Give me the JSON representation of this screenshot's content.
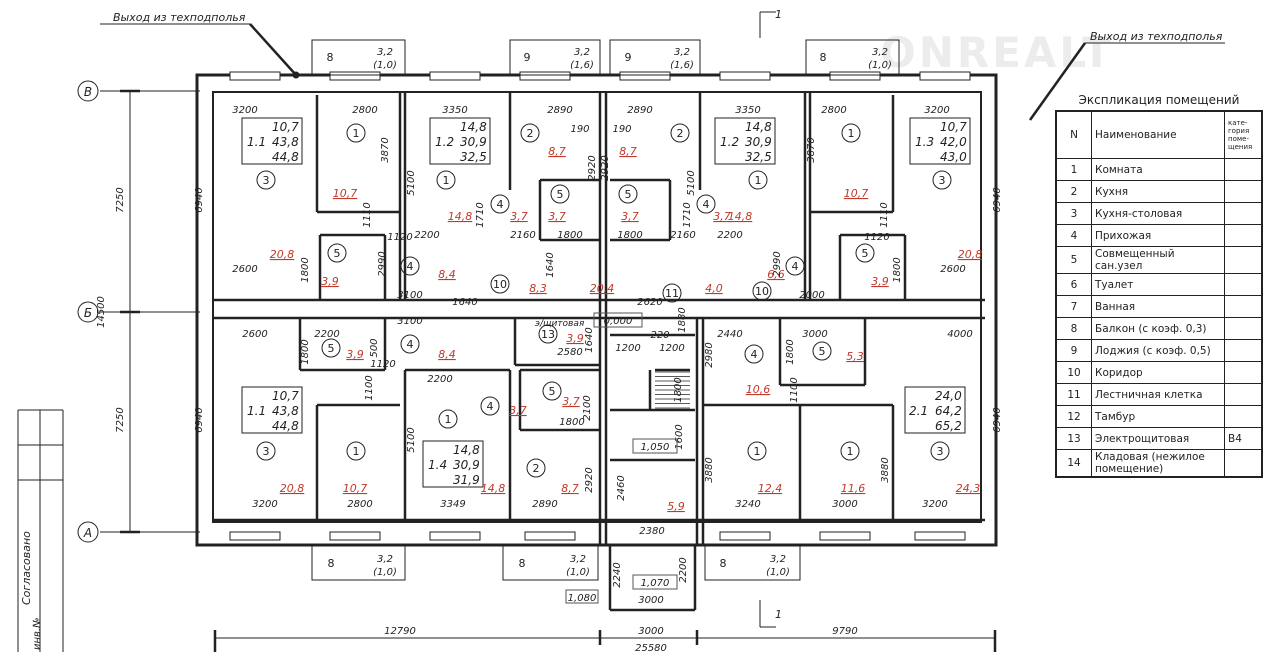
{
  "annotations": {
    "exit_left": "Выход из техподполья",
    "exit_right": "Выход из техподполья",
    "section_mark": "1",
    "watermark": "ONREALT"
  },
  "axes": {
    "v": "В",
    "b": "Б",
    "a": "А"
  },
  "stamp": {
    "agreed": "Согласовано",
    "inv": "инв.№"
  },
  "overall_dims": {
    "half_top": "7250",
    "half_bottom": "7250",
    "total_depth": "14500",
    "left_span": "12790",
    "core_span": "3000",
    "right_span": "9790",
    "total_length": "25580"
  },
  "apartments": [
    {
      "id": "1.1",
      "living": "10,7",
      "total": "43,8",
      "total_b": "44,8"
    },
    {
      "id": "1.2",
      "living": "14,8",
      "total": "30,9",
      "total_b": "32,5"
    },
    {
      "id": "1.2",
      "living": "14,8",
      "total": "30,9",
      "total_b": "32,5"
    },
    {
      "id": "1.3",
      "living": "10,7",
      "total": "42,0",
      "total_b": "43,0"
    },
    {
      "id": "1.1",
      "living": "10,7",
      "total": "43,8",
      "total_b": "44,8"
    },
    {
      "id": "1.4",
      "living": "14,8",
      "total": "30,9",
      "total_b": "31,9"
    },
    {
      "id": "2.1",
      "living": "24,0",
      "total": "64,2",
      "total_b": "65,2"
    }
  ],
  "balconies": [
    {
      "no": "8",
      "area": "3,2",
      "reduced": "(1,0)"
    },
    {
      "no": "9",
      "area": "3,2",
      "reduced": "(1,6)"
    },
    {
      "no": "9",
      "area": "3,2",
      "reduced": "(1,6)"
    },
    {
      "no": "8",
      "area": "3,2",
      "reduced": "(1,0)"
    },
    {
      "no": "8",
      "area": "3,2",
      "reduced": "(1,0)"
    },
    {
      "no": "8",
      "area": "3,2",
      "reduced": "(1,0)"
    },
    {
      "no": "8",
      "area": "3,2",
      "reduced": "(1,0)"
    }
  ],
  "areas": [
    "10,7",
    "20,8",
    "3,9",
    "8,4",
    "14,8",
    "3,7",
    "3,7",
    "8,7",
    "8,3",
    "20,4",
    "8,7",
    "3,7",
    "3,7",
    "14,8",
    "4,0",
    "6,6",
    "10,7",
    "20,8",
    "3,9",
    "3,9",
    "8,4",
    "3,9",
    "3,7",
    "3,7",
    "20,8",
    "10,7",
    "14,8",
    "8,7",
    "5,9",
    "10,6",
    "5,3",
    "12,4",
    "11,6",
    "24,3"
  ],
  "room_marks": [
    "1",
    "3",
    "1",
    "2",
    "4",
    "5",
    "5",
    "4",
    "10",
    "2",
    "4",
    "5",
    "1",
    "1",
    "3",
    "5",
    "4",
    "10",
    "11",
    "5",
    "4",
    "13",
    "4",
    "5",
    "3",
    "1",
    "1",
    "2",
    "4",
    "5",
    "1",
    "1",
    "3"
  ],
  "electrical_room_label": "э/щитовая",
  "levels": [
    "0,000",
    "1,050",
    "1,070",
    "1,080"
  ],
  "dims": [
    "3200",
    "2800",
    "3350",
    "2890",
    "2890",
    "3350",
    "2800",
    "3200",
    "3870",
    "5100",
    "6940",
    "2920",
    "190",
    "190",
    "2920",
    "5100",
    "3870",
    "6940",
    "1110",
    "1120",
    "2200",
    "2600",
    "1800",
    "2990",
    "3100",
    "1640",
    "1640",
    "1710",
    "2160",
    "1800",
    "1800",
    "2160",
    "1710",
    "1120",
    "2200",
    "2600",
    "1800",
    "2990",
    "2000",
    "2620",
    "1110",
    "2600",
    "2200",
    "3100",
    "1800",
    "500",
    "1120",
    "1100",
    "2580",
    "1640",
    "1200",
    "220",
    "1200",
    "1880",
    "2100",
    "1800",
    "2200",
    "5100",
    "6940",
    "3200",
    "2800",
    "3349",
    "2890",
    "2920",
    "2460",
    "2380",
    "1600",
    "1800",
    "2240",
    "2200",
    "3000",
    "2440",
    "3000",
    "4000",
    "2980",
    "1800",
    "1100",
    "3880",
    "3880",
    "6940",
    "3240",
    "3000",
    "3200"
  ],
  "explication": {
    "title": "Экспликация помещений",
    "headers": {
      "n": "N",
      "name": "Наименование",
      "category": "кате-гория поме-щения"
    },
    "rows": [
      {
        "n": "1",
        "name": "Комната",
        "cat": ""
      },
      {
        "n": "2",
        "name": "Кухня",
        "cat": ""
      },
      {
        "n": "3",
        "name": "Кухня-столовая",
        "cat": ""
      },
      {
        "n": "4",
        "name": "Прихожая",
        "cat": ""
      },
      {
        "n": "5",
        "name": "Совмещенный сан.узел",
        "cat": ""
      },
      {
        "n": "6",
        "name": "Туалет",
        "cat": ""
      },
      {
        "n": "7",
        "name": "Ванная",
        "cat": ""
      },
      {
        "n": "8",
        "name": "Балкон (с коэф. 0,3)",
        "cat": ""
      },
      {
        "n": "9",
        "name": "Лоджия (с коэф. 0,5)",
        "cat": ""
      },
      {
        "n": "10",
        "name": "Коридор",
        "cat": ""
      },
      {
        "n": "11",
        "name": "Лестничная клетка",
        "cat": ""
      },
      {
        "n": "12",
        "name": "Тамбур",
        "cat": ""
      },
      {
        "n": "13",
        "name": "Электрощитовая",
        "cat": "В4"
      },
      {
        "n": "14",
        "name": "Кладовая (нежилое помещение)",
        "cat": ""
      }
    ]
  }
}
